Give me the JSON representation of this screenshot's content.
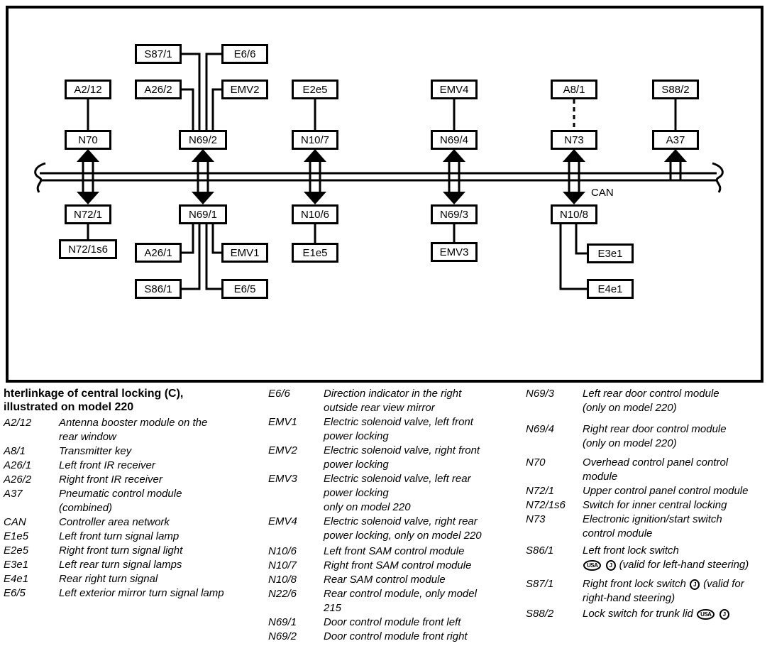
{
  "diagram": {
    "can_label": "CAN",
    "nodes": {
      "a2_12": "A2/12",
      "s87_1": "S87/1",
      "e6_6": "E6/6",
      "a26_2": "A26/2",
      "emv2": "EMV2",
      "e2e5": "E2e5",
      "emv4": "EMV4",
      "a8_1": "A8/1",
      "s88_2": "S88/2",
      "n70": "N70",
      "n69_2": "N69/2",
      "n10_7": "N10/7",
      "n69_4": "N69/4",
      "n73": "N73",
      "a37": "A37",
      "n72_1": "N72/1",
      "n69_1": "N69/1",
      "n10_6": "N10/6",
      "n69_3": "N69/3",
      "n10_8": "N10/8",
      "n72_1s6": "N72/1s6",
      "a26_1": "A26/1",
      "emv1": "EMV1",
      "e1e5": "E1e5",
      "emv3": "EMV3",
      "e3e1": "E3e1",
      "s86_1": "S86/1",
      "e6_5": "E6/5",
      "e4e1": "E4e1"
    }
  },
  "legend": {
    "title": [
      "hterlinkage of central locking (C),",
      "illustrated on model 220"
    ],
    "columns": [
      {
        "entries": [
          {
            "code": "A2/12",
            "lines": [
              "Antenna booster module on the",
              "rear window"
            ]
          },
          {
            "code": "A8/1",
            "lines": [
              "Transmitter key"
            ]
          },
          {
            "code": "A26/1",
            "lines": [
              "Left front IR receiver"
            ]
          },
          {
            "code": "A26/2",
            "lines": [
              "Right front IR receiver"
            ]
          },
          {
            "code": "A37",
            "lines": [
              "Pneumatic control module",
              "(combined)"
            ]
          },
          {
            "code": "CAN",
            "lines": [
              "Controller area network"
            ]
          },
          {
            "code": "E1e5",
            "lines": [
              "Left front turn signal lamp"
            ]
          },
          {
            "code": "E2e5",
            "lines": [
              "Right front turn signal light"
            ]
          },
          {
            "code": "E3e1",
            "lines": [
              "Left rear turn signal lamps"
            ]
          },
          {
            "code": "E4e1",
            "lines": [
              "Rear right turn signal"
            ]
          },
          {
            "code": "E6/5",
            "lines": [
              "Left exterior mirror turn signal lamp"
            ]
          }
        ]
      },
      {
        "entries": [
          {
            "code": "E6/6",
            "lines": [
              "Direction indicator in the right",
              "outside rear view mirror"
            ]
          },
          {
            "code": "EMV1",
            "lines": [
              "Electric solenoid valve, left front",
              "power locking"
            ]
          },
          {
            "code": "EMV2",
            "lines": [
              "Electric solenoid valve, right front",
              "power locking"
            ]
          },
          {
            "code": "EMV3",
            "lines": [
              "Electric solenoid valve, left rear",
              "power locking",
              "only on model 220"
            ]
          },
          {
            "code": "EMV4",
            "lines": [
              "Electric solenoid valve, right rear",
              "power locking, only on model 220"
            ]
          },
          {
            "code": "N10/6",
            "lines": [
              "Left front SAM control module"
            ]
          },
          {
            "code": "N10/7",
            "lines": [
              "Right front SAM control module"
            ]
          },
          {
            "code": "N10/8",
            "lines": [
              "Rear SAM control module"
            ]
          },
          {
            "code": "N22/6",
            "lines": [
              "Rear control module, only model",
              "215"
            ]
          },
          {
            "code": "N69/1",
            "lines": [
              "Door control module front left"
            ]
          },
          {
            "code": "N69/2",
            "lines": [
              "Door control module front right"
            ]
          }
        ]
      },
      {
        "entries": [
          {
            "code": "N69/3",
            "lines": [
              "Left rear door control module",
              "(only on model 220)"
            ]
          },
          {
            "code": "N69/4",
            "lines": [
              "Right rear door control module",
              "(only on model 220)"
            ]
          },
          {
            "code": "N70",
            "lines": [
              "Overhead control panel control",
              "module"
            ]
          },
          {
            "code": "N72/1",
            "lines": [
              "Upper control panel control module"
            ]
          },
          {
            "code": "N72/1s6",
            "lines": [
              "Switch for inner central locking"
            ]
          },
          {
            "code": "N73",
            "lines": [
              "Electronic ignition/start switch",
              "control module"
            ]
          },
          {
            "code": "S86/1",
            "lines": [
              "Left front lock switch",
              "[[USA]] [[J]] (valid for left-hand steering)"
            ]
          },
          {
            "code": "S87/1",
            "lines": [
              "Right front lock switch [[J]] (valid for",
              "right-hand steering)"
            ]
          },
          {
            "code": "S88/2",
            "lines": [
              "Lock switch for trunk lid [[USA]] [[J]]"
            ]
          }
        ]
      }
    ]
  }
}
